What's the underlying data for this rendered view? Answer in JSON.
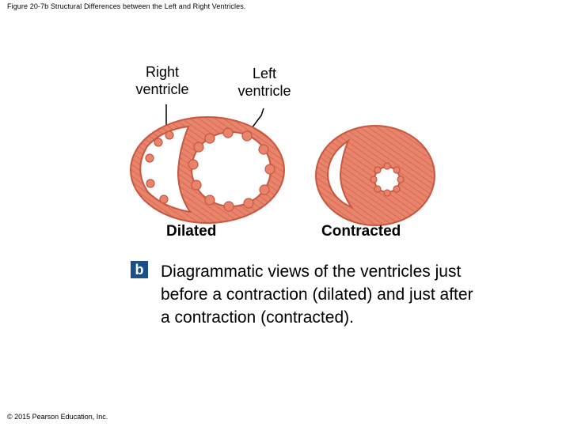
{
  "figure_title": "Figure 20-7b Structural Differences between the Left and Right Ventricles.",
  "labels": {
    "right_ventricle": "Right ventricle",
    "left_ventricle": "Left ventricle",
    "dilated": "Dilated",
    "contracted": "Contracted"
  },
  "part_letter": "b",
  "caption": "Diagrammatic views of the ventricles just before a contraction (dilated) and just after a contraction (contracted).",
  "copyright": "© 2015 Pearson Education, Inc.",
  "colors": {
    "muscle": "#e8846c",
    "muscle_dark": "#c9563f",
    "badge": "#1b4f8a"
  }
}
